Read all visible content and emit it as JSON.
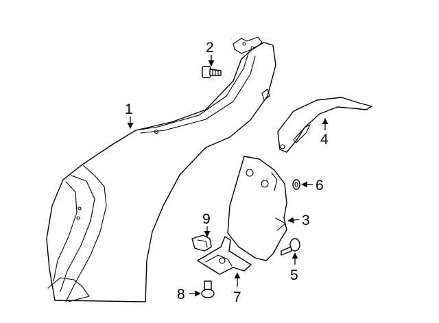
{
  "colors": {
    "line": "#000000",
    "background": "#ffffff"
  },
  "callouts": [
    {
      "number": "1"
    },
    {
      "number": "2"
    },
    {
      "number": "3"
    },
    {
      "number": "4"
    },
    {
      "number": "5"
    },
    {
      "number": "6"
    },
    {
      "number": "7"
    },
    {
      "number": "8"
    },
    {
      "number": "9"
    }
  ]
}
